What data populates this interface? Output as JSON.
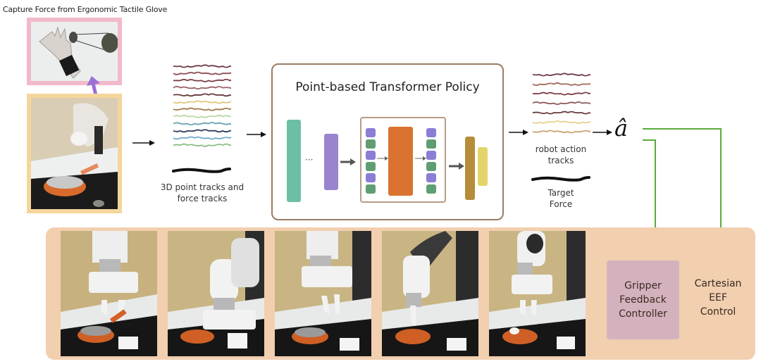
{
  "glove": {
    "caption": "Capture Force from Ergonomic Tactile Glove"
  },
  "inputs": {
    "label_line1": "3D point tracks and",
    "label_line2": "force tracks",
    "track_colors": [
      "#6e3a44",
      "#8c4e55",
      "#7a3d45",
      "#9a6068",
      "#6a3a3c",
      "#e0c67a",
      "#a27a4a",
      "#b8d8a4",
      "#6aa2b0",
      "#2e3e5c",
      "#6ea8d0",
      "#8cbc84"
    ],
    "force_color": "#111111"
  },
  "policy": {
    "title": "Point-based Transformer Policy",
    "ellipsis": "···",
    "colors": {
      "teal": "#6bbfa6",
      "purple": "#9a84cf",
      "token_purple": "#8a7ed6",
      "token_green": "#5f9e72",
      "orange": "#d9732f",
      "gold": "#b58d3a",
      "yellow": "#e3d56a"
    }
  },
  "outputs": {
    "action_label_line1": "robot action",
    "action_label_line2": "tracks",
    "force_label_line1": "Target",
    "force_label_line2": "Force",
    "action_symbol": "â",
    "track_colors": [
      "#6e3a44",
      "#a06a5a",
      "#7a3d45",
      "#8e5a5e",
      "#6a3a3c",
      "#e6d08a",
      "#c9a070"
    ]
  },
  "controllers": {
    "gripper": {
      "line1": "Gripper",
      "line2": "Feedback",
      "line3": "Controller"
    },
    "cartesian": {
      "line1": "Cartesian",
      "line2": "EEF",
      "line3": "Control"
    },
    "arrow_color": "#5aaa3c"
  },
  "rollout": {
    "frame_count": 5
  }
}
